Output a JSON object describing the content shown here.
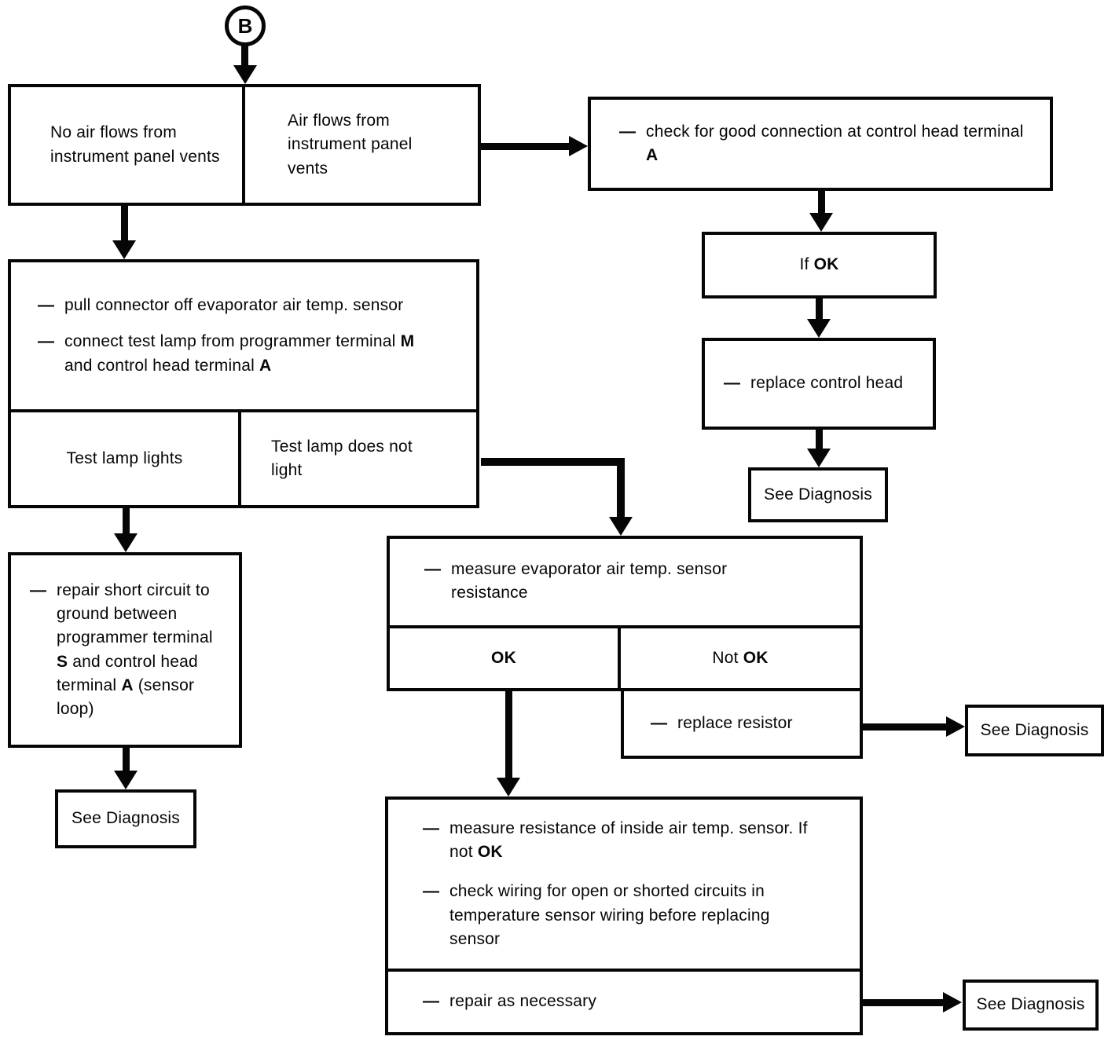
{
  "canvas": {
    "background": "#ffffff",
    "ink": "#060606"
  },
  "glyphs": {
    "dash": "—"
  },
  "connector_b": {
    "label": "B"
  },
  "nodes": {
    "no_air_flows": {
      "text": "No air flows from instrument panel vents"
    },
    "air_flows": {
      "text": "Air flows from instrument panel vents"
    },
    "check_connection": {
      "pre": "check for good connection at control head terminal ",
      "bold": "A"
    },
    "if_ok": {
      "pre": "If ",
      "bold": "OK"
    },
    "replace_control_head": {
      "text": "replace control head"
    },
    "see_diagnosis_control": {
      "text": "See Diagnosis"
    },
    "pull_connector": {
      "item1": {
        "text": "pull connector off evaporator air temp. sensor"
      },
      "item2": {
        "pre": "connect test lamp from programmer terminal ",
        "bold1": "M",
        "mid": " and control head terminal ",
        "bold2": "A"
      }
    },
    "test_lamp_lights": {
      "text": "Test lamp lights"
    },
    "test_lamp_no_light": {
      "text": "Test lamp does not light"
    },
    "repair_short": {
      "pre": "repair short circuit to ground between programmer terminal ",
      "bold1": "S",
      "mid": " and control head terminal ",
      "bold2": "A",
      "post": " (sensor loop)"
    },
    "see_diagnosis_short": {
      "text": "See Diagnosis"
    },
    "measure_evap": {
      "text": "measure evaporator air temp. sensor resistance"
    },
    "ok": {
      "text": "OK"
    },
    "not_ok": {
      "pre": "Not ",
      "bold": "OK"
    },
    "replace_resistor": {
      "text": "replace resistor"
    },
    "see_diagnosis_resistor": {
      "text": "See Diagnosis"
    },
    "measure_inside": {
      "item1": {
        "pre": "measure resistance of inside air temp. sensor. If not ",
        "bold": "OK"
      },
      "item2": {
        "text": "check wiring for open or shorted circuits in temperature sensor wiring before replacing sensor"
      }
    },
    "repair_necessary": {
      "text": "repair as necessary"
    },
    "see_diagnosis_repair": {
      "text": "See Diagnosis"
    }
  }
}
